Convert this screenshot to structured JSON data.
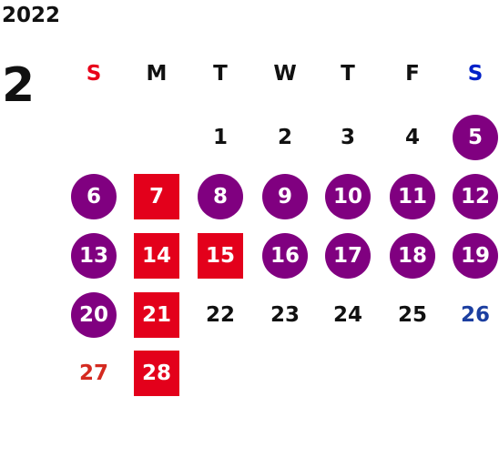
{
  "year": "2022",
  "month": "2",
  "colors": {
    "sunday": "#e8001a",
    "saturday": "#0020c8",
    "text": "#111111",
    "circle_fill": "#800080",
    "square_fill": "#e3001b",
    "holiday_sunday_text": "#d42a20",
    "holiday_saturday_text": "#1c3fa0"
  },
  "weekdays": [
    {
      "label": "S",
      "type": "sunday"
    },
    {
      "label": "M",
      "type": "weekday"
    },
    {
      "label": "T",
      "type": "weekday"
    },
    {
      "label": "W",
      "type": "weekday"
    },
    {
      "label": "T",
      "type": "weekday"
    },
    {
      "label": "F",
      "type": "weekday"
    },
    {
      "label": "S",
      "type": "saturday"
    }
  ],
  "days": [
    {
      "num": "1",
      "col": 2,
      "row": 0,
      "mark": "none",
      "text": "text"
    },
    {
      "num": "2",
      "col": 3,
      "row": 0,
      "mark": "none",
      "text": "text"
    },
    {
      "num": "3",
      "col": 4,
      "row": 0,
      "mark": "none",
      "text": "text"
    },
    {
      "num": "4",
      "col": 5,
      "row": 0,
      "mark": "none",
      "text": "text"
    },
    {
      "num": "5",
      "col": 6,
      "row": 0,
      "mark": "circle",
      "text": "white"
    },
    {
      "num": "6",
      "col": 0,
      "row": 1,
      "mark": "circle",
      "text": "white"
    },
    {
      "num": "7",
      "col": 1,
      "row": 1,
      "mark": "square",
      "text": "white"
    },
    {
      "num": "8",
      "col": 2,
      "row": 1,
      "mark": "circle",
      "text": "white"
    },
    {
      "num": "9",
      "col": 3,
      "row": 1,
      "mark": "circle",
      "text": "white"
    },
    {
      "num": "10",
      "col": 4,
      "row": 1,
      "mark": "circle",
      "text": "white"
    },
    {
      "num": "11",
      "col": 5,
      "row": 1,
      "mark": "circle",
      "text": "white"
    },
    {
      "num": "12",
      "col": 6,
      "row": 1,
      "mark": "circle",
      "text": "white"
    },
    {
      "num": "13",
      "col": 0,
      "row": 2,
      "mark": "circle",
      "text": "white"
    },
    {
      "num": "14",
      "col": 1,
      "row": 2,
      "mark": "square",
      "text": "white"
    },
    {
      "num": "15",
      "col": 2,
      "row": 2,
      "mark": "square",
      "text": "white"
    },
    {
      "num": "16",
      "col": 3,
      "row": 2,
      "mark": "circle",
      "text": "white"
    },
    {
      "num": "17",
      "col": 4,
      "row": 2,
      "mark": "circle",
      "text": "white"
    },
    {
      "num": "18",
      "col": 5,
      "row": 2,
      "mark": "circle",
      "text": "white"
    },
    {
      "num": "19",
      "col": 6,
      "row": 2,
      "mark": "circle",
      "text": "white"
    },
    {
      "num": "20",
      "col": 0,
      "row": 3,
      "mark": "circle",
      "text": "white"
    },
    {
      "num": "21",
      "col": 1,
      "row": 3,
      "mark": "square",
      "text": "white"
    },
    {
      "num": "22",
      "col": 2,
      "row": 3,
      "mark": "none",
      "text": "text"
    },
    {
      "num": "23",
      "col": 3,
      "row": 3,
      "mark": "none",
      "text": "text"
    },
    {
      "num": "24",
      "col": 4,
      "row": 3,
      "mark": "none",
      "text": "text"
    },
    {
      "num": "25",
      "col": 5,
      "row": 3,
      "mark": "none",
      "text": "text"
    },
    {
      "num": "26",
      "col": 6,
      "row": 3,
      "mark": "none",
      "text": "saturday_holiday"
    },
    {
      "num": "27",
      "col": 0,
      "row": 4,
      "mark": "none",
      "text": "sunday_holiday"
    },
    {
      "num": "28",
      "col": 1,
      "row": 4,
      "mark": "square",
      "text": "white"
    }
  ]
}
